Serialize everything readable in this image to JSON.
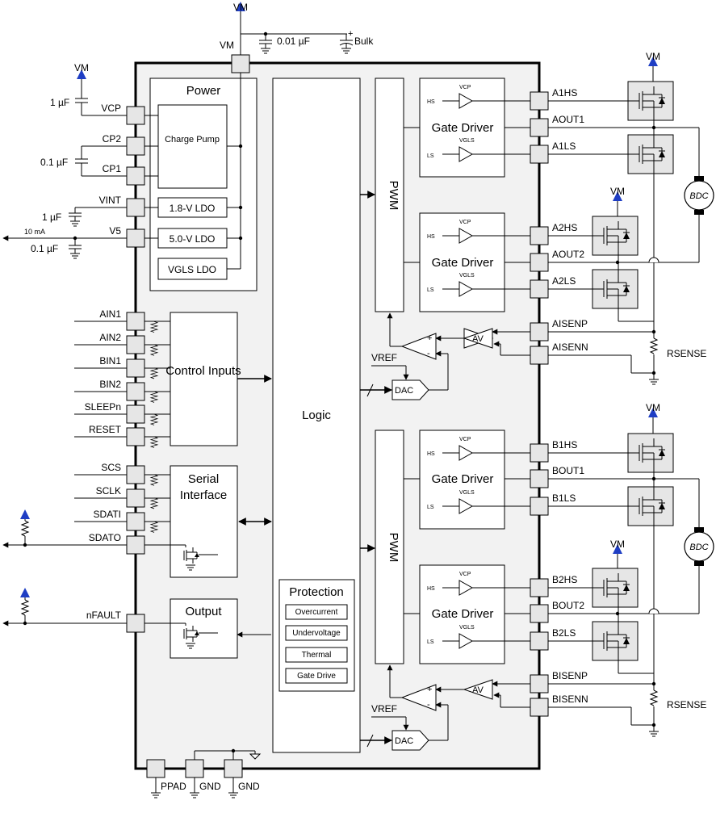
{
  "labels": {
    "vm": "VM",
    "cap_001": "0.01 µF",
    "bulk": "Bulk",
    "cap_vcp": "1 µF",
    "cap_cp": "0.1 µF",
    "cap_vint": "1 µF",
    "cap_v5": "0.1 µF",
    "current_10ma": "10 mA",
    "bdc": "BDC",
    "rsense": "RSENSE",
    "vref": "VREF",
    "dac": "DAC",
    "pwm": "PWM",
    "logic": "Logic",
    "gate_driver": "Gate Driver",
    "hs": "HS",
    "ls": "LS",
    "vcp": "VCP",
    "vgls": "VGLS",
    "av": "AV"
  },
  "blocks": {
    "power": "Power",
    "charge_pump": "Charge Pump",
    "ldo_18": "1.8-V LDO",
    "ldo_50": "5.0-V LDO",
    "ldo_vgls": "VGLS LDO",
    "control_inputs": "Control Inputs",
    "serial_interface": "Serial Interface",
    "output": "Output",
    "protection": "Protection",
    "protection_items": [
      "Overcurrent",
      "Undervoltage",
      "Thermal",
      "Gate Drive"
    ]
  },
  "pins_left": [
    "VCP",
    "CP2",
    "CP1",
    "VINT",
    "V5",
    "AIN1",
    "AIN2",
    "BIN1",
    "BIN2",
    "SLEEPn",
    "RESET",
    "SCS",
    "SCLK",
    "SDATI",
    "SDATO",
    "nFAULT"
  ],
  "pins_right": [
    "A1HS",
    "AOUT1",
    "A1LS",
    "A2HS",
    "AOUT2",
    "A2LS",
    "AISENP",
    "AISENN",
    "B1HS",
    "BOUT1",
    "B1LS",
    "B2HS",
    "BOUT2",
    "B2LS",
    "BISENP",
    "BISENN"
  ],
  "pins_bottom": [
    "PPAD",
    "GND",
    "GND"
  ],
  "colors": {
    "chip_fill": "#f2f2f2",
    "pin_fill": "#e6e6e6",
    "vm_arrow": "#1f3ec4"
  }
}
